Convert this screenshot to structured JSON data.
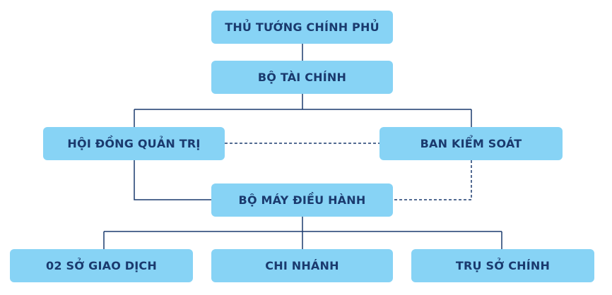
{
  "nodes": {
    "prime_minister": "THỦ TƯỚNG CHÍNH PHỦ",
    "ministry_of_finance": "BỘ TÀI CHÍNH",
    "board_of_directors": "HỘI ĐỒNG QUẢN TRỊ",
    "supervisory_board": "BAN KIỂM SOÁT",
    "executive_apparatus": "BỘ MÁY ĐIỀU HÀNH",
    "transaction_offices": "02 SỞ GIAO DỊCH",
    "branches": "CHI NHÁNH",
    "headquarters": "TRỤ SỞ CHÍNH"
  },
  "colors": {
    "node_fill": "#87d3f5",
    "node_text": "#1a3a6e",
    "line": "#1a3a6e"
  }
}
